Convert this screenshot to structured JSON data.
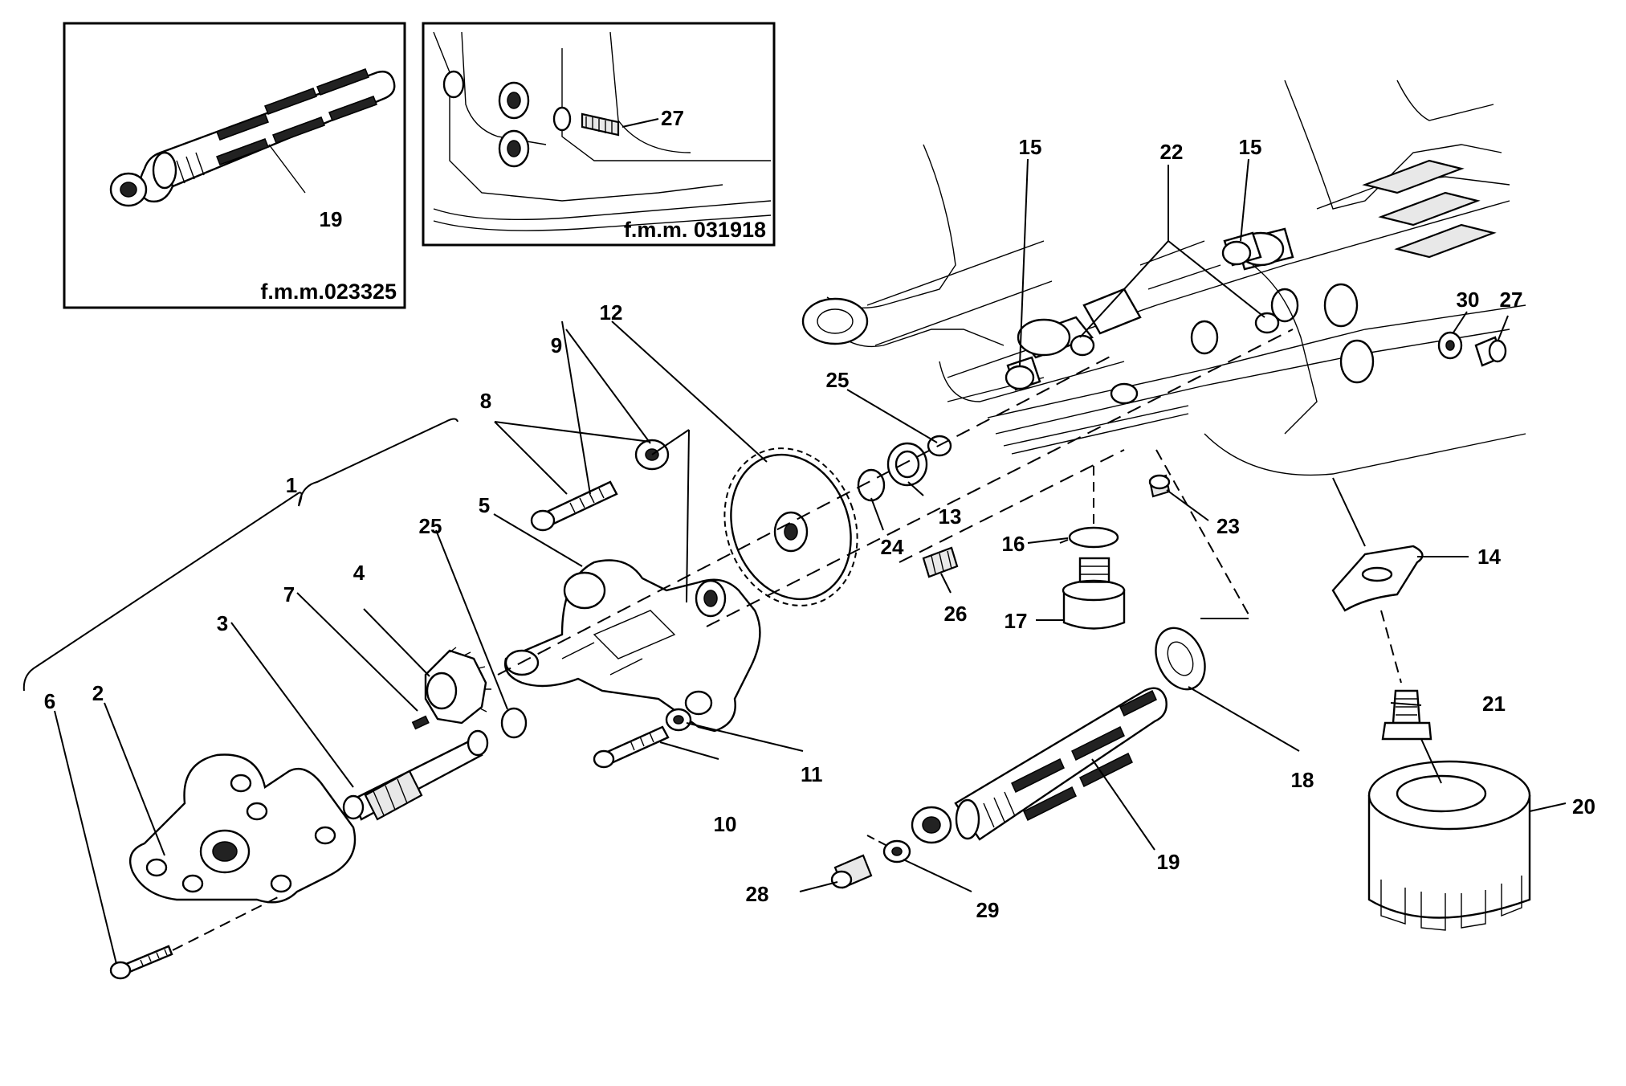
{
  "diagram": {
    "inset_left": {
      "caption": "f.m.m.023325",
      "callouts": [
        "19"
      ]
    },
    "inset_right": {
      "caption": "f.m.m. 031918",
      "callouts": [
        "27"
      ]
    },
    "callouts": {
      "c1": "1",
      "c2": "2",
      "c3": "3",
      "c4": "4",
      "c5": "5",
      "c6": "6",
      "c7": "7",
      "c8": "8",
      "c9": "9",
      "c10": "10",
      "c11": "11",
      "c12": "12",
      "c13": "13",
      "c14": "14",
      "c15a": "15",
      "c15b": "15",
      "c16": "16",
      "c17": "17",
      "c18": "18",
      "c19": "19",
      "c20": "20",
      "c21": "21",
      "c22": "22",
      "c23": "23",
      "c24": "24",
      "c25a": "25",
      "c25b": "25",
      "c26": "26",
      "c27": "27",
      "c28": "28",
      "c29": "29",
      "c30": "30"
    }
  }
}
